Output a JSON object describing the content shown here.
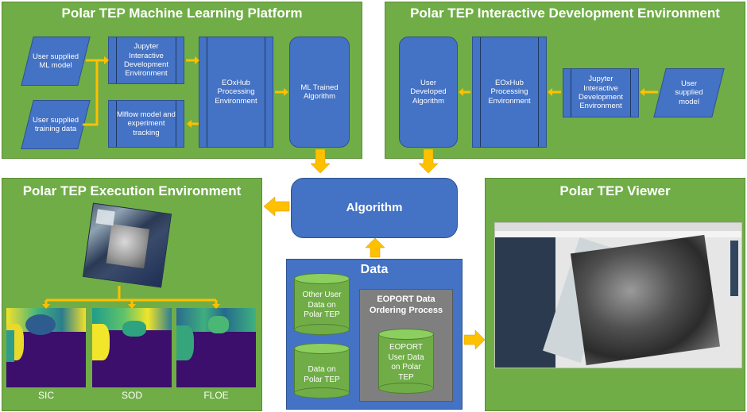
{
  "ml_platform": {
    "title": "Polar TEP Machine Learning Platform",
    "user_model": "User supplied ML model",
    "training_data": "User supplied training data",
    "jupyter": "Jupyter Interactive Development Environment",
    "mlflow": "Mlflow model and experiment tracking",
    "eoxhub": "EOxHub Processing Environment",
    "trained": "ML Trained Algorithm"
  },
  "ide": {
    "title": "Polar TEP Interactive Development Environment",
    "developed": "User Developed Algorithm",
    "eoxhub": "EOxHub Processing Environment",
    "jupyter": "Jupyter Interactive Development Environment",
    "user_model": "User supplied model"
  },
  "execution": {
    "title": "Polar TEP Execution Environment",
    "labels": [
      "SIC",
      "SOD",
      "FLOE"
    ]
  },
  "algorithm": {
    "label": "Algorithm"
  },
  "data": {
    "title": "Data",
    "other": "Other User Data on Polar TEP",
    "on_tep": "Data on Polar TEP",
    "eoport_process": "EOPORT Data Ordering Process",
    "eoport_user": "EOPORT User Data on Polar TEP"
  },
  "viewer": {
    "title": "Polar TEP Viewer"
  },
  "colors": {
    "panel": "#70ad47",
    "box": "#4472c4",
    "arrow": "#ffc000",
    "grey": "#7f7f7f"
  }
}
